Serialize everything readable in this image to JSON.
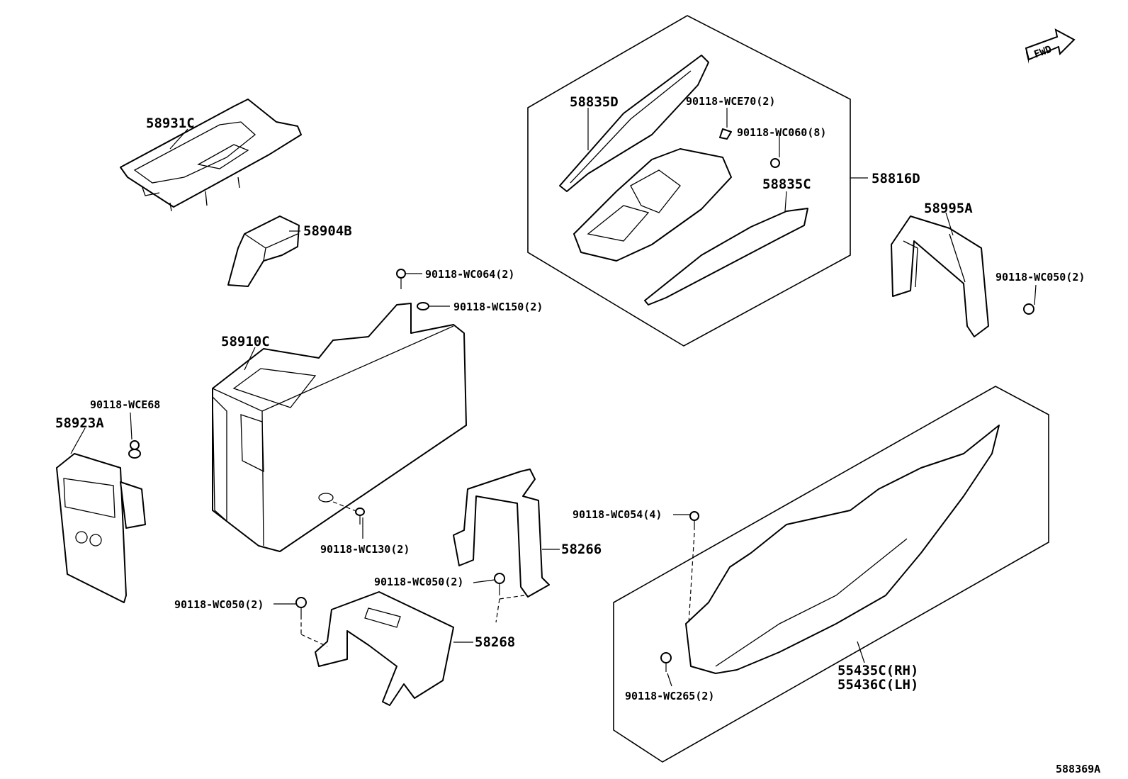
{
  "title_block": {
    "fwd_label": "FWD",
    "drawing_number": "588369A"
  },
  "labels": {
    "p58931C": "58931C",
    "p58904B": "58904B",
    "p58910C": "58910C",
    "p58923A": "58923A",
    "p90118WCE68": "90118-WCE68",
    "p90118WC064": "90118-WC064(2)",
    "p90118WC150": "90118-WC150(2)",
    "p90118WC130": "90118-WC130(2)",
    "p58835D": "58835D",
    "p90118WCE70": "90118-WCE70(2)",
    "p90118WC060": "90118-WC060(8)",
    "p58835C": "58835C",
    "p58816D": "58816D",
    "p58995A": "58995A",
    "p90118WC050_right": "90118-WC050(2)",
    "p58266": "58266",
    "p90118WC050_mid": "90118-WC050(2)",
    "p90118WC050_left": "90118-WC050(2)",
    "p58268": "58268",
    "p90118WC054": "90118-WC054(4)",
    "p55435C": "55435C(RH)",
    "p55436C": "55436C(LH)",
    "p90118WC265": "90118-WC265(2)"
  },
  "icons": [
    "fwd-arrow-icon"
  ]
}
